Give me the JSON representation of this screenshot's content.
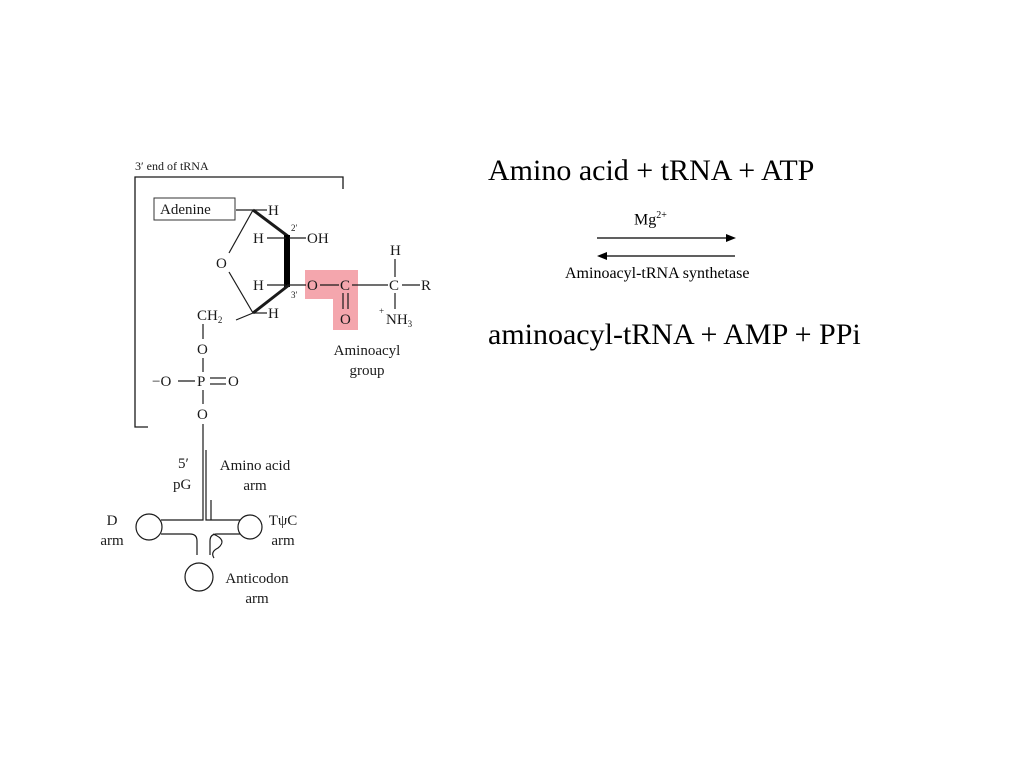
{
  "diagram": {
    "trna_end_label": "3′ end of tRNA",
    "adenine": "Adenine",
    "h": "H",
    "oh": "OH",
    "o": "O",
    "c": "C",
    "r": "R",
    "p": "P",
    "ch2": "CH",
    "ch2_sub": "2",
    "nh3_plus": "+",
    "nh3": "NH",
    "nh3_sub": "3",
    "o_minus": "−O",
    "prime2": "2′",
    "prime3": "3′",
    "aminoacyl_line1": "Aminoacyl",
    "aminoacyl_line2": "group",
    "five_prime": "5′",
    "pg": "pG",
    "amino_acid_arm_line1": "Amino acid",
    "amino_acid_arm_line2": "arm",
    "d": "D",
    "d_arm": "arm",
    "tpsic": "TψC",
    "tpsic_arm": "arm",
    "anticodon_line1": "Anticodon",
    "anticodon_line2": "arm"
  },
  "reaction": {
    "reactants": "Amino acid + tRNA + ATP",
    "cofactor": "Mg",
    "cofactor_charge": "2+",
    "enzyme": "Aminoacyl-tRNA synthetase",
    "products": "aminoacyl-tRNA + AMP + PPi"
  },
  "colors": {
    "highlight": "#f4a6ad",
    "ink": "#1a1a1a"
  }
}
